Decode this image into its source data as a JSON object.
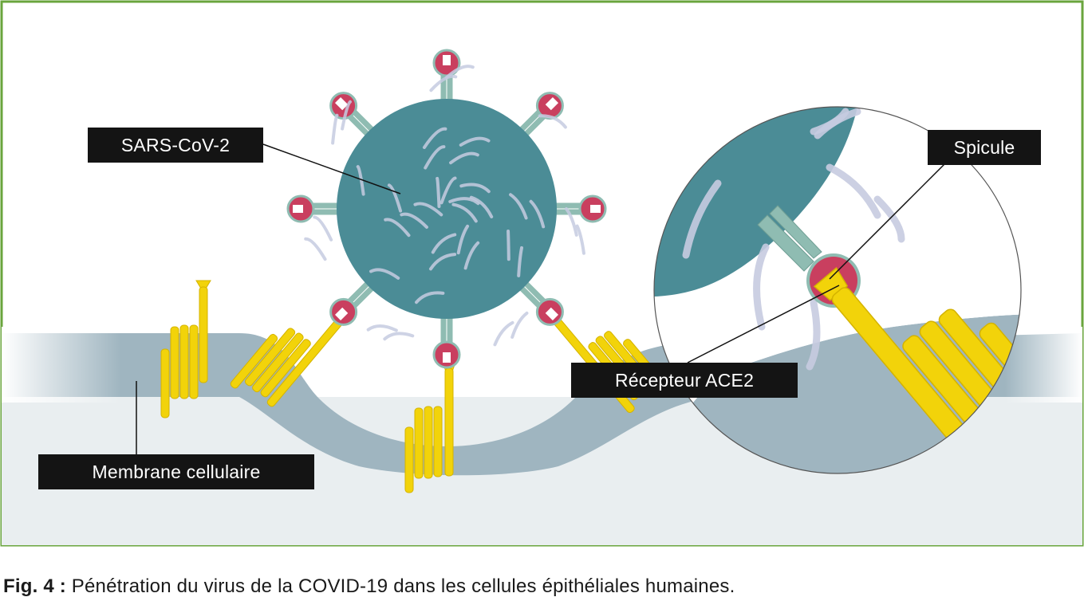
{
  "labels": {
    "sars": "SARS-CoV-2",
    "spicule": "Spicule",
    "ace2": "Récepteur ACE2",
    "membrane": "Membrane cellulaire"
  },
  "caption": {
    "prefix": "Fig. 4 :",
    "text": " Pénétration du virus de la COVID-19 dans les cellules épithéliales humaines."
  },
  "colors": {
    "frame": "#6aa53d",
    "virus": "#4b8c96",
    "spike_stalk": "#8fbcb2",
    "spike_head": "#c93f5f",
    "receptor": "#f2d30a",
    "membrane": "#9fb5c0",
    "cytoplasm": "#e9eef0"
  }
}
